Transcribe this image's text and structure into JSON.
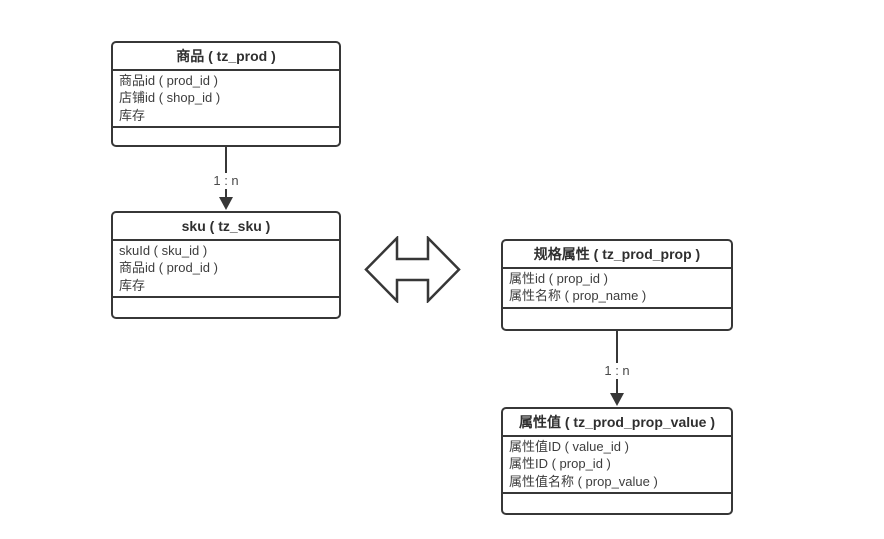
{
  "diagram": {
    "colors": {
      "line": "#373737",
      "text": "#3d3d3d",
      "background": "#ffffff"
    },
    "tables": [
      {
        "id": "prod",
        "title": "商品 ( tz_prod )",
        "fields": [
          "商品id ( prod_id )",
          "店铺id ( shop_id )",
          "库存"
        ]
      },
      {
        "id": "sku",
        "title": "sku ( tz_sku )",
        "fields": [
          "skuId ( sku_id )",
          "商品id ( prod_id )",
          "库存"
        ]
      },
      {
        "id": "prod_prop",
        "title": "规格属性 ( tz_prod_prop )",
        "fields": [
          "属性id ( prop_id )",
          "属性名称 ( prop_name )"
        ]
      },
      {
        "id": "prod_prop_value",
        "title": "属性值 ( tz_prod_prop_value )",
        "fields": [
          "属性值ID ( value_id )",
          "属性ID ( prop_id )",
          "属性值名称 ( prop_value )"
        ]
      }
    ],
    "connectors": [
      {
        "from": "prod",
        "to": "sku",
        "label": "1 : n"
      },
      {
        "from": "prod_prop",
        "to": "prod_prop_value",
        "label": "1 : n"
      }
    ]
  }
}
